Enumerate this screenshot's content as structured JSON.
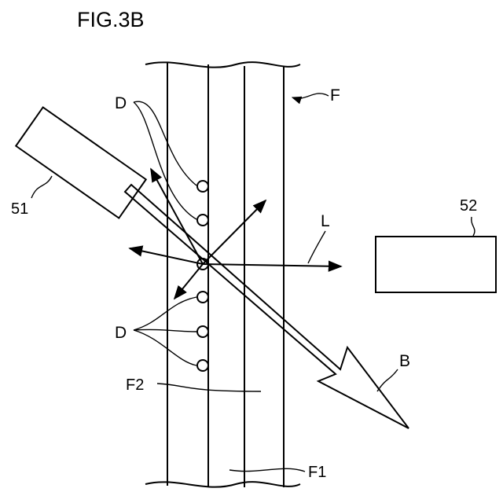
{
  "figure": {
    "title": "FIG.3B",
    "labels": {
      "film": "F",
      "light": "L",
      "defects_upper": "D",
      "defects_lower": "D",
      "emitter": "51",
      "receiver": "52",
      "beam": "B",
      "layer_f2": "F2",
      "layer_f1": "F1"
    }
  }
}
